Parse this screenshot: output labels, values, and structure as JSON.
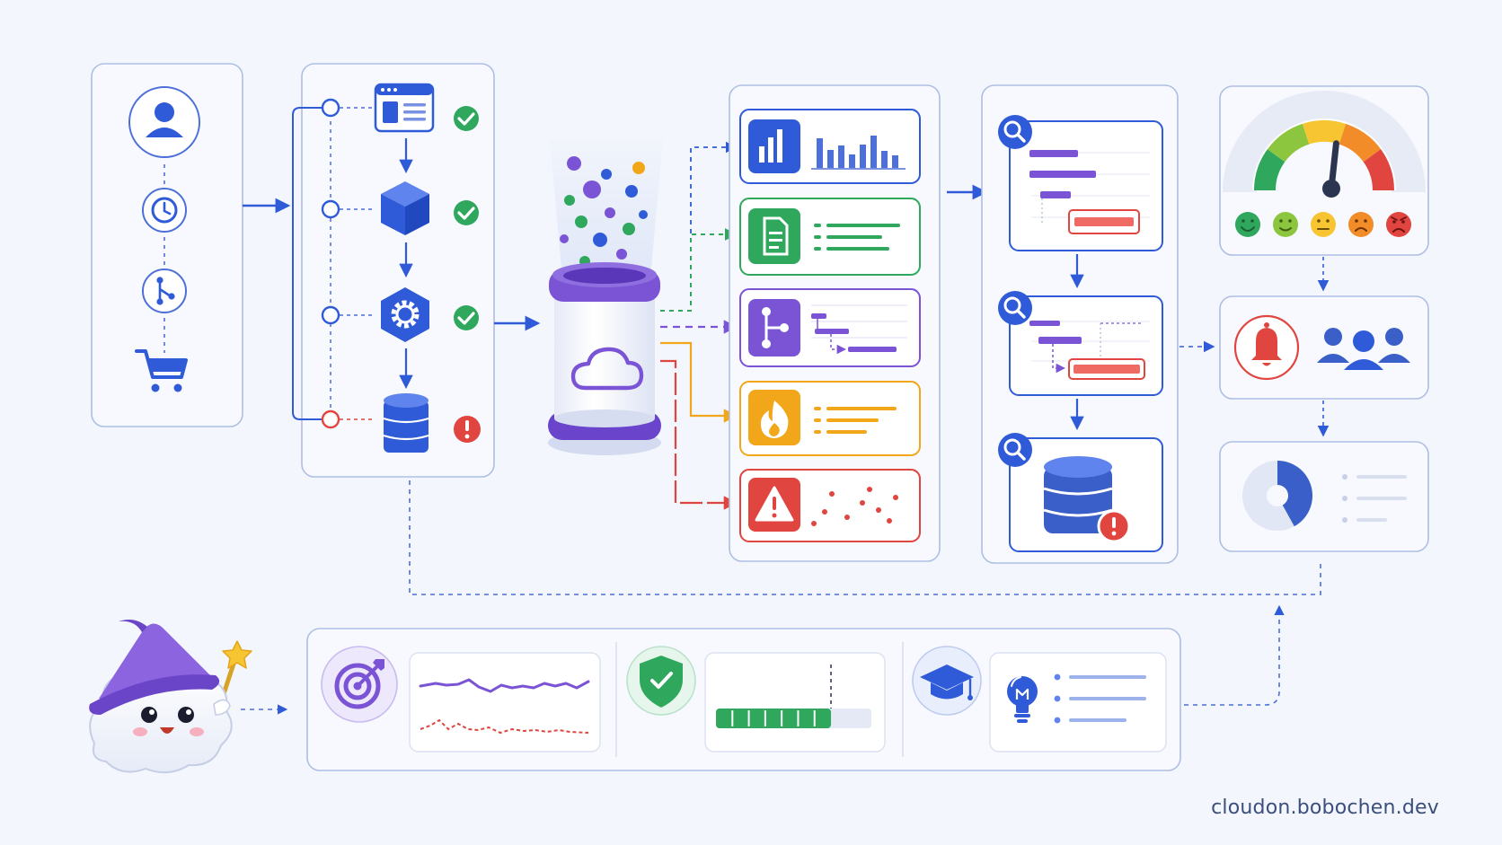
{
  "footer": {
    "domain": "cloudon.bobochen.dev"
  },
  "colors": {
    "blue": "#2f5bd8",
    "green": "#2fa85e",
    "purple": "#7b54d6",
    "orange": "#f2a71b",
    "red": "#e0453f",
    "panel_border": "#aebfe3"
  },
  "sources": {
    "icons": [
      "user-icon",
      "clock-icon",
      "branch-icon",
      "cart-icon"
    ]
  },
  "pipeline": {
    "stages": [
      {
        "icon": "browser-window-icon",
        "status": "ok"
      },
      {
        "icon": "cube-icon",
        "status": "ok"
      },
      {
        "icon": "gear-icon",
        "status": "ok"
      },
      {
        "icon": "database-icon",
        "status": "error"
      }
    ]
  },
  "signals": {
    "items": [
      {
        "icon": "bar-chart-icon",
        "color": "#2f5bd8"
      },
      {
        "icon": "document-icon",
        "color": "#2fa85e"
      },
      {
        "icon": "trace-icon",
        "color": "#7b54d6"
      },
      {
        "icon": "flame-icon",
        "color": "#f2a71b"
      },
      {
        "icon": "warning-icon",
        "color": "#e0453f"
      }
    ]
  },
  "sentiment": {
    "gauge_level": 0.58,
    "faces": [
      "very-happy-face-icon",
      "happy-face-icon",
      "neutral-face-icon",
      "sad-face-icon",
      "angry-face-icon"
    ]
  },
  "summary": {
    "pie_fraction": 0.42
  },
  "insights": {
    "progress_fraction": 0.74
  }
}
